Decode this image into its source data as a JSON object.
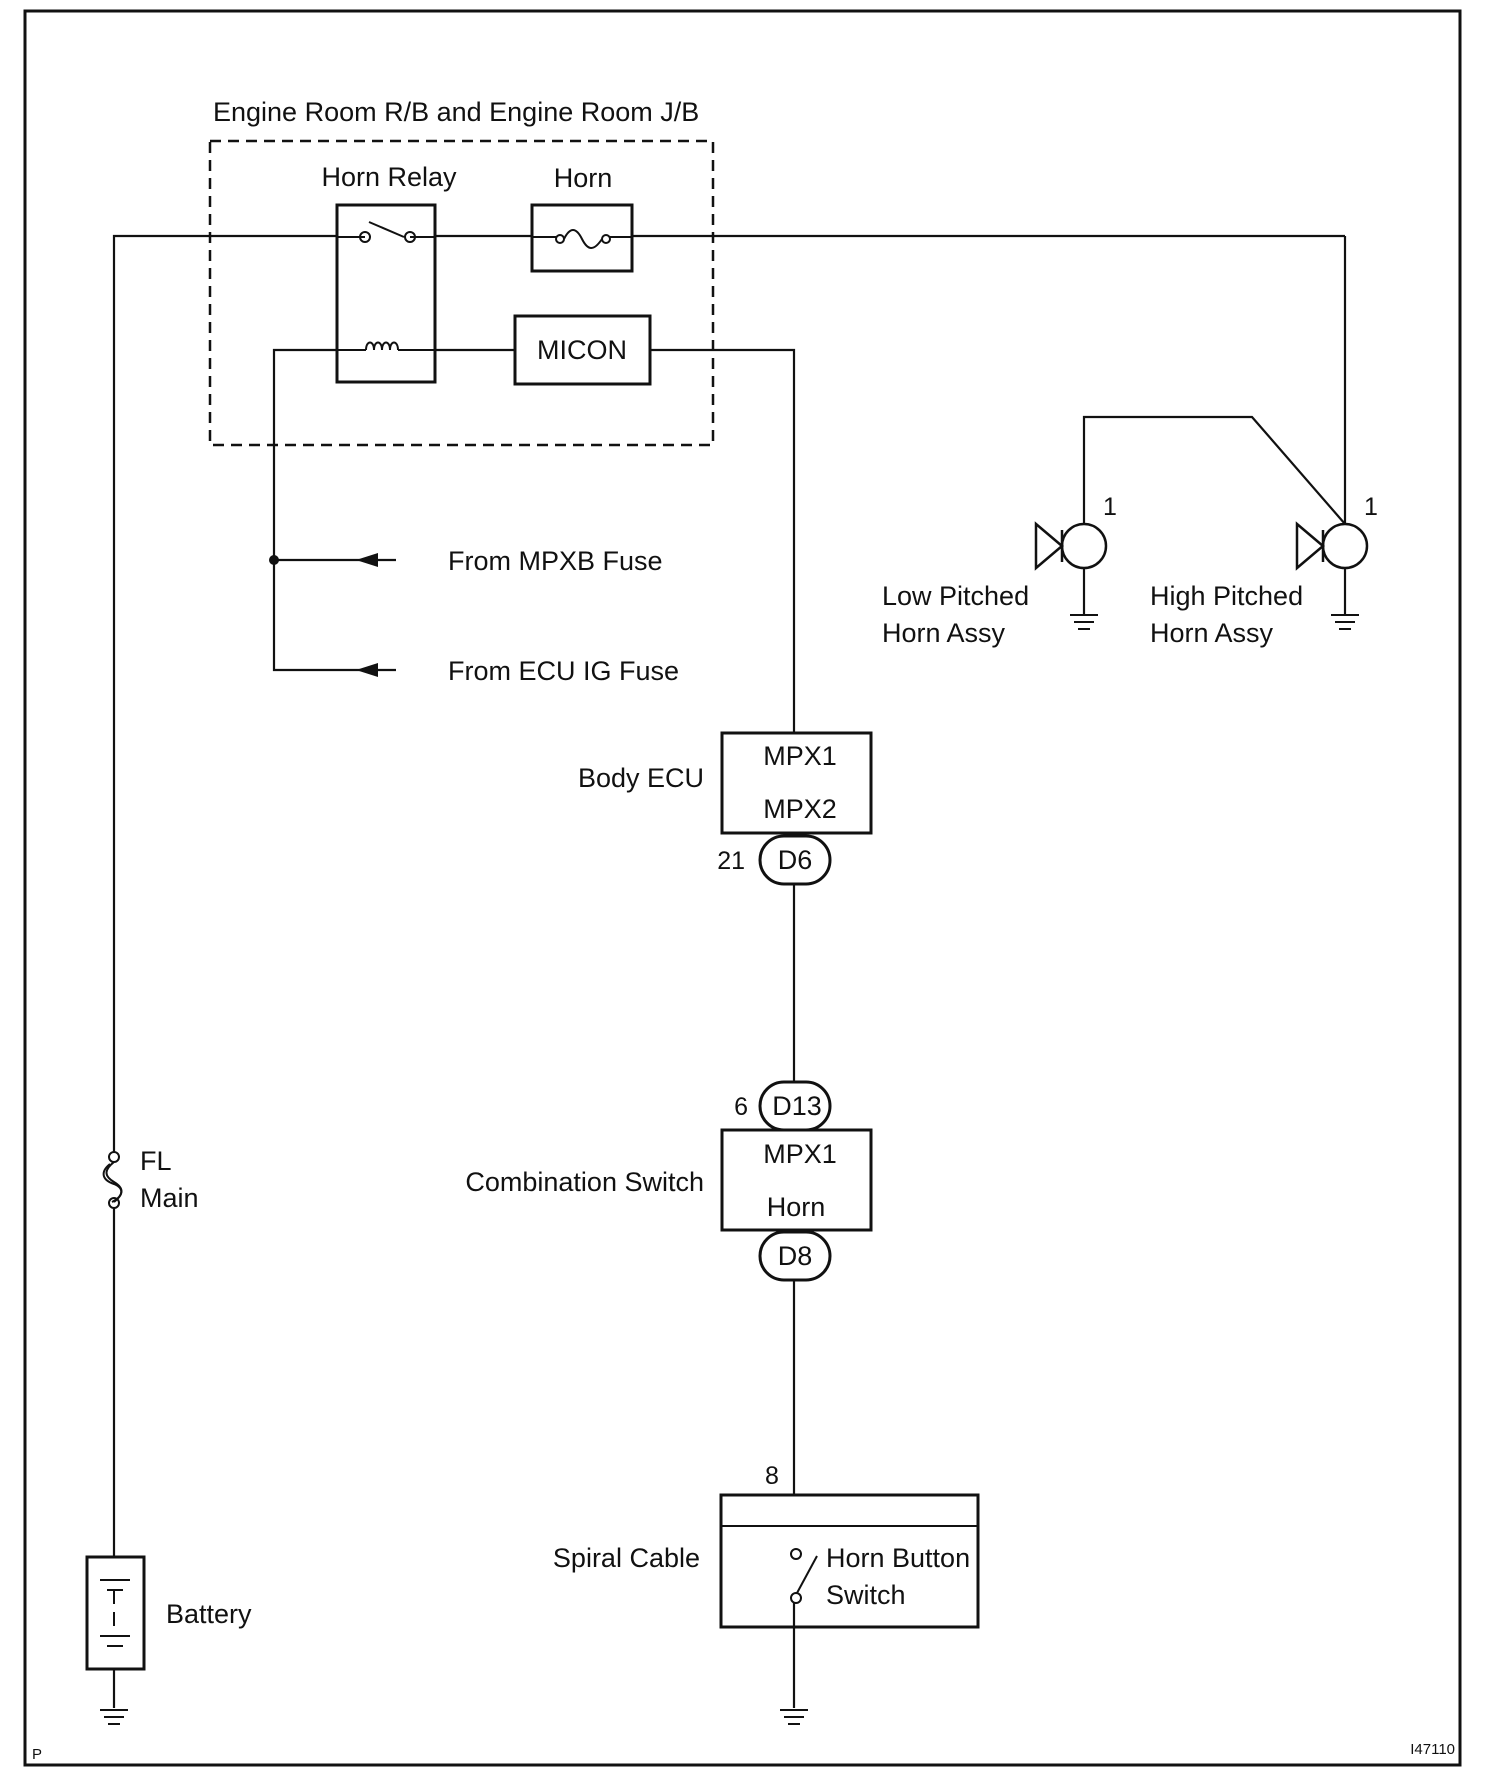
{
  "title": "Engine Room R/B and Engine Room J/B",
  "relay": {
    "label": "Horn Relay"
  },
  "horn_fuse": {
    "label": "Horn"
  },
  "micon": {
    "label": "MICON"
  },
  "sources": {
    "mpxb": "From MPXB Fuse",
    "ecu_ig": "From ECU IG Fuse"
  },
  "body_ecu": {
    "label": "Body ECU",
    "pins": [
      "MPX1",
      "MPX2"
    ],
    "connector": "D6",
    "pin_no": "21"
  },
  "combination_switch": {
    "label": "Combination Switch",
    "pins": [
      "MPX1",
      "Horn"
    ],
    "top_connector": "D13",
    "top_pin_no": "6",
    "bottom_connector": "D8"
  },
  "spiral_cable": {
    "label": "Spiral Cable",
    "pin_no": "8",
    "switch_line1": "Horn Button",
    "switch_line2": "Switch"
  },
  "low_horn": {
    "line1": "Low Pitched",
    "line2": "Horn Assy",
    "pin": "1"
  },
  "high_horn": {
    "line1": "High Pitched",
    "line2": "Horn Assy",
    "pin": "1"
  },
  "fuse_fl": {
    "line1": "FL",
    "line2": "Main"
  },
  "battery": {
    "label": "Battery"
  },
  "footer": {
    "left": "P",
    "right": "I47110"
  }
}
